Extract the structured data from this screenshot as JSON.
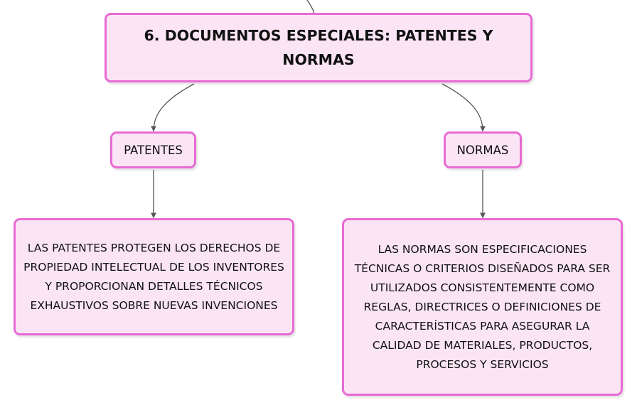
{
  "diagram": {
    "root": {
      "label": "6. DOCUMENTOS ESPECIALES: PATENTES Y NORMAS"
    },
    "branches": [
      {
        "label": "PATENTES",
        "description": "LAS PATENTES PROTEGEN LOS DERECHOS DE PROPIEDAD INTELECTUAL DE LOS INVENTORES Y PROPORCIONAN DETALLES TÉCNICOS EXHAUSTIVOS SOBRE NUEVAS INVENCIONES"
      },
      {
        "label": "NORMAS",
        "description": "LAS NORMAS SON ESPECIFICACIONES TÉCNICAS O CRITERIOS DISEÑADOS PARA SER UTILIZADOS CONSISTENTEMENTE COMO REGLAS, DIRECTRICES O DEFINICIONES DE CARACTERÍSTICAS PARA ASEGURAR LA CALIDAD DE MATERIALES, PRODUCTOS, PROCESOS Y SERVICIOS"
      }
    ],
    "colors": {
      "node_fill": "#fbe5f5",
      "node_border": "#e86ad4",
      "connector": "#555555"
    }
  }
}
